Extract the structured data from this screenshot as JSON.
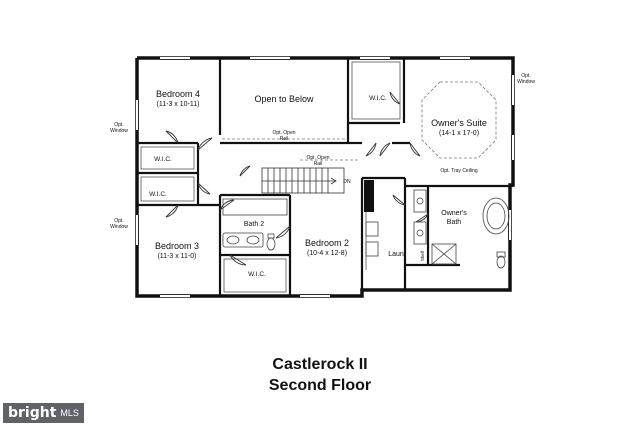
{
  "rooms": {
    "bedroom4": {
      "name": "Bedroom 4",
      "size": "(11-3 x 10-11)"
    },
    "open_to_below": "Open to Below",
    "owners_suite": {
      "name": "Owner's Suite",
      "size": "(14-1 x 17-0)"
    },
    "bedroom3": {
      "name": "Bedroom 3",
      "size": "(11-3 x 11-0)"
    },
    "bedroom2": {
      "name": "Bedroom 2",
      "size": "(10-4 x 12-8)"
    },
    "bath2": "Bath 2",
    "owners_bath": [
      "Owner's",
      "Bath"
    ],
    "laundry": "Laun."
  },
  "labels": {
    "wic": "W.I.C.",
    "opt_window": [
      "Opt.",
      "Window"
    ],
    "opt_open_rail": [
      "Opt. Open",
      "Rail"
    ],
    "opt_tray_ceiling": "Opt. Tray Ceiling",
    "stair_dn": "DN",
    "shelf": "Shelf"
  },
  "caption": {
    "line1": "Castlerock II",
    "line2": "Second Floor"
  },
  "watermark": {
    "brand": "bright",
    "suffix": "MLS"
  },
  "colors": {
    "wall": "#111111",
    "line": "#555555",
    "text": "#111111",
    "watermark_bg": "#5f6368"
  }
}
